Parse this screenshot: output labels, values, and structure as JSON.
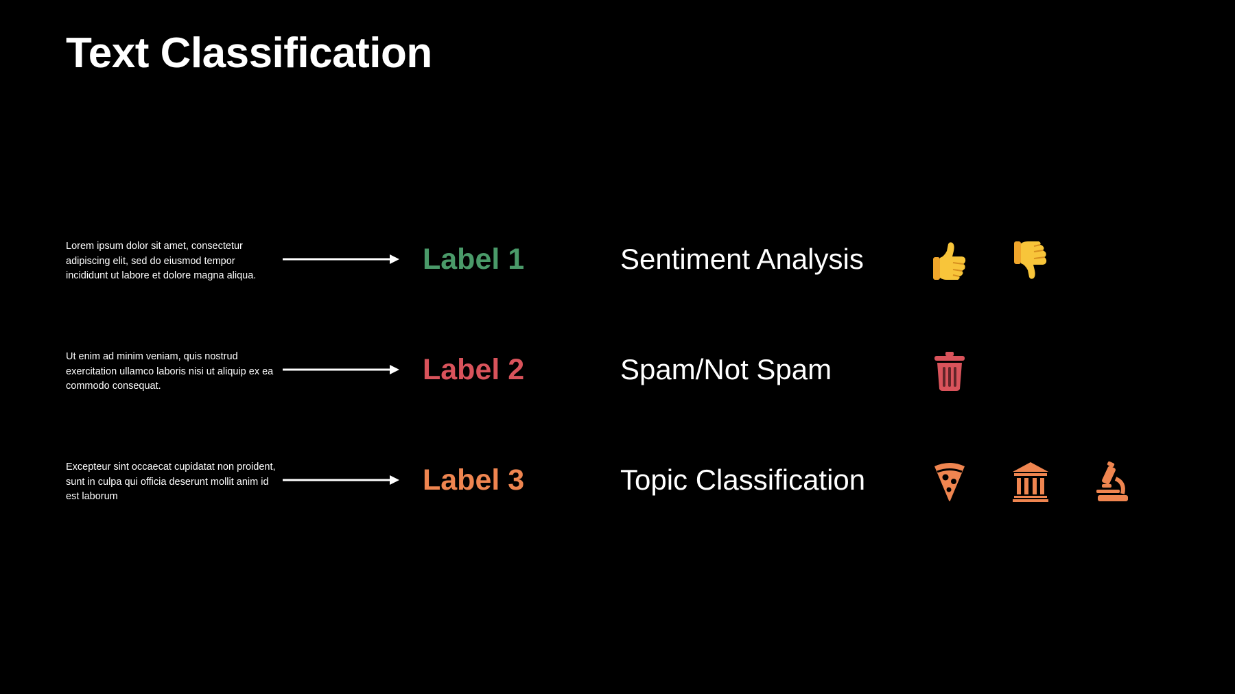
{
  "title": "Text Classification",
  "rows": [
    {
      "text": "Lorem ipsum dolor sit amet, consectetur adipiscing elit, sed do eiusmod tempor incididunt ut labore et dolore magna aliqua.",
      "label": "Label 1",
      "label_color": "#4a9a69",
      "task": "Sentiment Analysis",
      "icons": [
        "thumbs-up-icon",
        "thumbs-down-icon"
      ]
    },
    {
      "text": "Ut enim ad minim veniam, quis nostrud exercitation ullamco laboris nisi ut aliquip ex ea commodo consequat.",
      "label": "Label 2",
      "label_color": "#d9535b",
      "task": "Spam/Not Spam",
      "icons": [
        "trash-icon"
      ]
    },
    {
      "text": "Excepteur sint occaecat cupidatat non proident, sunt in culpa qui officia deserunt mollit anim id est laborum",
      "label": "Label 3",
      "label_color": "#ef8550",
      "task": "Topic Classification",
      "icons": [
        "pizza-icon",
        "bank-icon",
        "microscope-icon"
      ]
    }
  ],
  "colors": {
    "background": "#000000",
    "text": "#ffffff",
    "emoji_yellow": "#f8c53a",
    "trash_red": "#d9535b",
    "topic_orange": "#ef8550"
  }
}
